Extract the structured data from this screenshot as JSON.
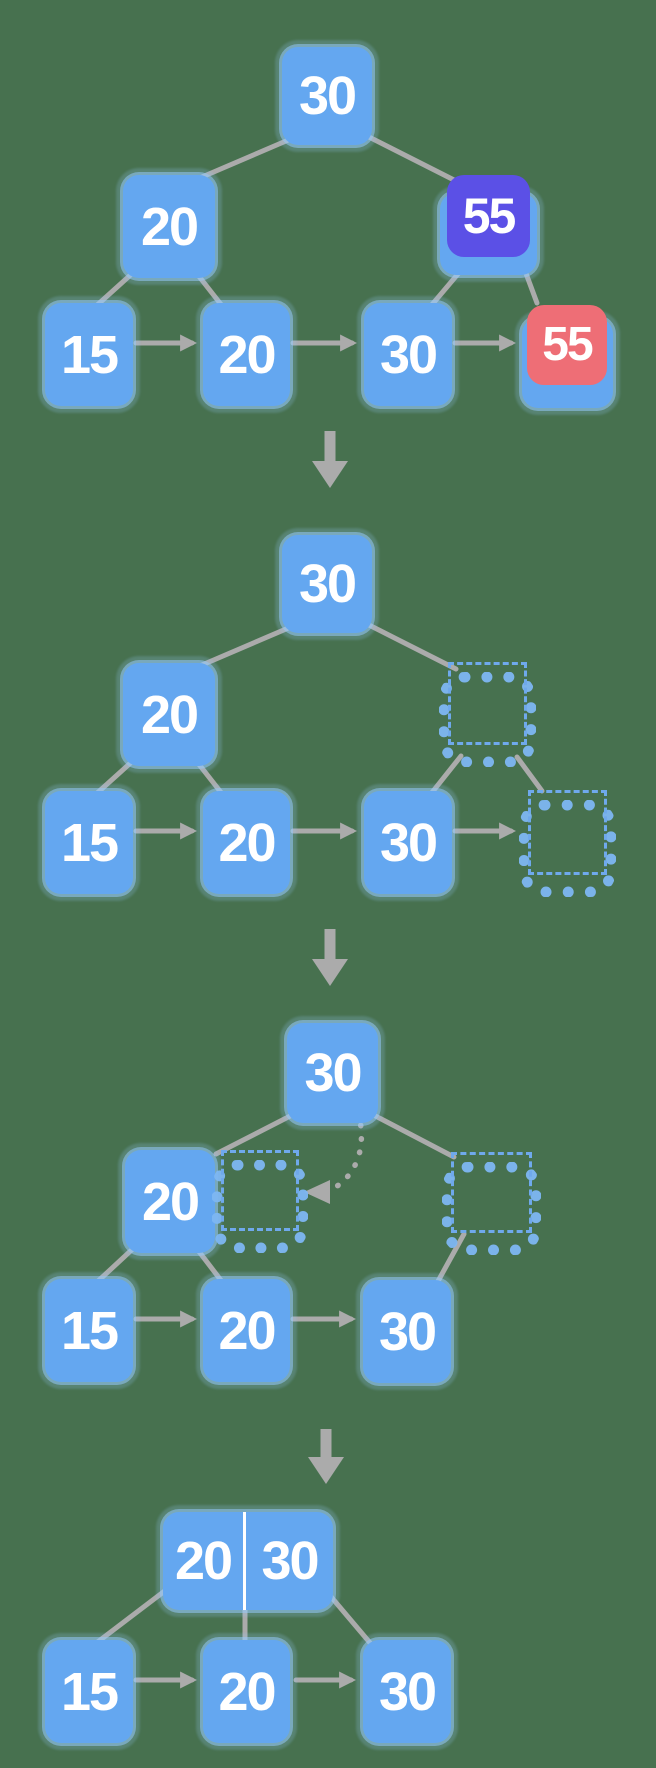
{
  "diagram_type": "bplus-tree-deletion-steps",
  "colors": {
    "background": "#47714F",
    "node": "#64A7F0",
    "node_halo": "#9ECDF8",
    "highlight_purple": "#5B50E6",
    "highlight_red": "#EE6E76",
    "arrow": "#ABABAB",
    "ghost_ring": "#7EB7F3",
    "ghost_dash": "#6FA9EC",
    "text": "#FFFFFF"
  },
  "stages": [
    {
      "name": "stage-1",
      "root": {
        "label": "30"
      },
      "internal": [
        {
          "label": "20"
        },
        {
          "label": "55",
          "highlight": "purple"
        }
      ],
      "leaves": [
        {
          "label": "15"
        },
        {
          "label": "20"
        },
        {
          "label": "30"
        },
        {
          "label": "55",
          "highlight": "red"
        }
      ]
    },
    {
      "name": "stage-2",
      "root": {
        "label": "30"
      },
      "internal": [
        {
          "label": "20"
        },
        {
          "ghost": true
        }
      ],
      "leaves": [
        {
          "label": "15"
        },
        {
          "label": "20"
        },
        {
          "label": "30"
        },
        {
          "ghost": true
        }
      ]
    },
    {
      "name": "stage-3",
      "root": {
        "label": "30"
      },
      "internal": [
        {
          "label": "20"
        },
        {
          "ghost": true
        },
        {
          "ghost": true
        }
      ],
      "leaves": [
        {
          "label": "15"
        },
        {
          "label": "20"
        },
        {
          "label": "30"
        }
      ]
    },
    {
      "name": "stage-4",
      "node": {
        "keys": [
          "20",
          "30"
        ]
      },
      "leaves": [
        {
          "label": "15"
        },
        {
          "label": "20"
        },
        {
          "label": "30"
        }
      ]
    }
  ]
}
